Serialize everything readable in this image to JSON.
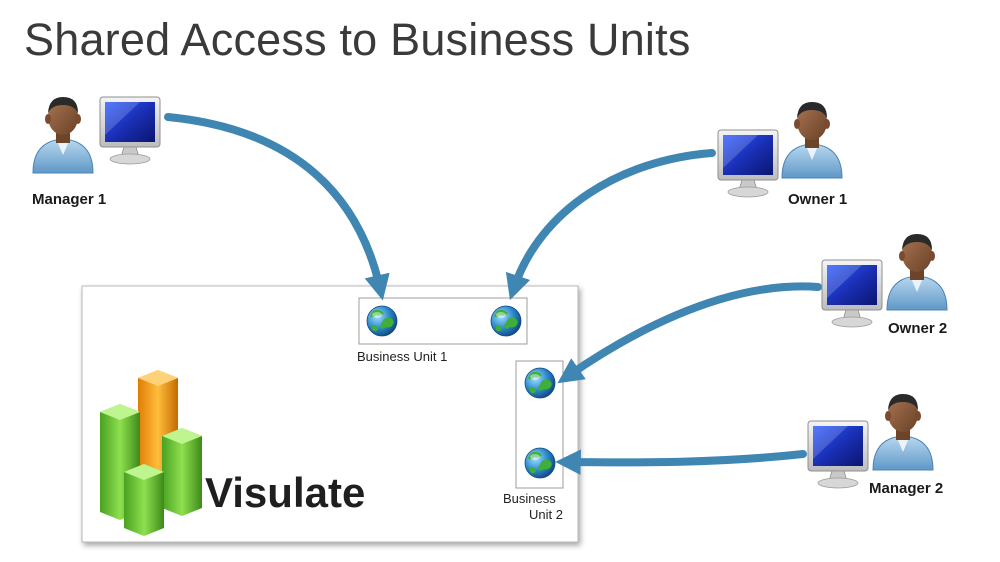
{
  "title": "Shared Access to Business Units",
  "users": {
    "manager1": "Manager 1",
    "owner1": "Owner 1",
    "owner2": "Owner 2",
    "manager2": "Manager 2"
  },
  "business_units": {
    "unit1": "Business Unit 1",
    "unit2_line1": "Business",
    "unit2_line2": "Unit 2"
  },
  "logo": {
    "text": "Visulate"
  },
  "colors": {
    "arrow": "#3f86b3",
    "skin": "#8a5a3b",
    "shirt": "#86b6d9",
    "monitor_screen": "#1f43d9",
    "bar_green": "#6cc13a",
    "bar_orange": "#f7a21b"
  },
  "icons": [
    "user-icon",
    "monitor-icon",
    "globe-icon"
  ]
}
